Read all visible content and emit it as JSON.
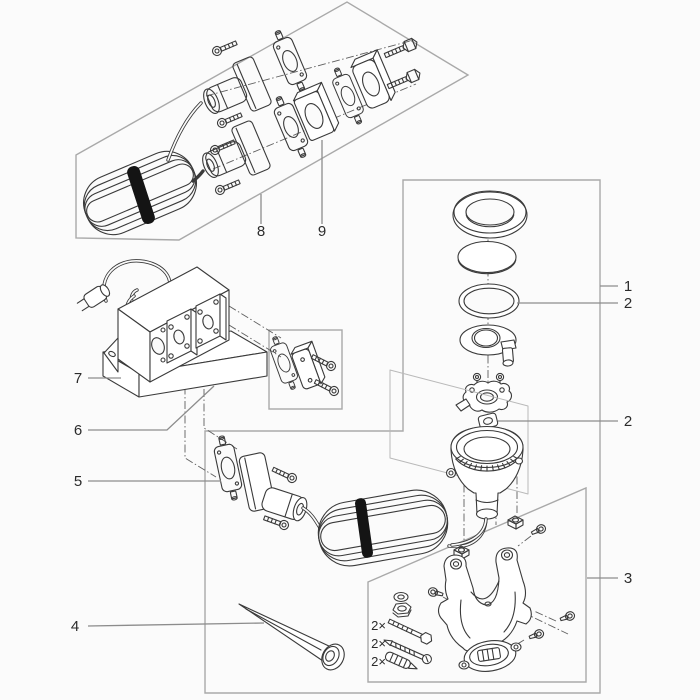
{
  "diagram": {
    "type": "exploded-parts-diagram",
    "background": "#fbfbfb",
    "colors": {
      "background": "#fbfbfb",
      "line": "#3a3a3a",
      "frame": "#a9a9a9",
      "leader": "#8c8c8c",
      "label": "#2b2b2b",
      "cable_tie": "#141414",
      "backdrop": "#b9b9b9"
    },
    "callouts": [
      {
        "text": "1"
      },
      {
        "text": "2"
      },
      {
        "text": "2"
      },
      {
        "text": "3"
      },
      {
        "text": "4"
      },
      {
        "text": "5"
      },
      {
        "text": "6"
      },
      {
        "text": "7"
      },
      {
        "text": "8"
      },
      {
        "text": "9"
      }
    ],
    "quantities": [
      {
        "text": "2×"
      },
      {
        "text": "2×"
      },
      {
        "text": "2×"
      }
    ]
  }
}
